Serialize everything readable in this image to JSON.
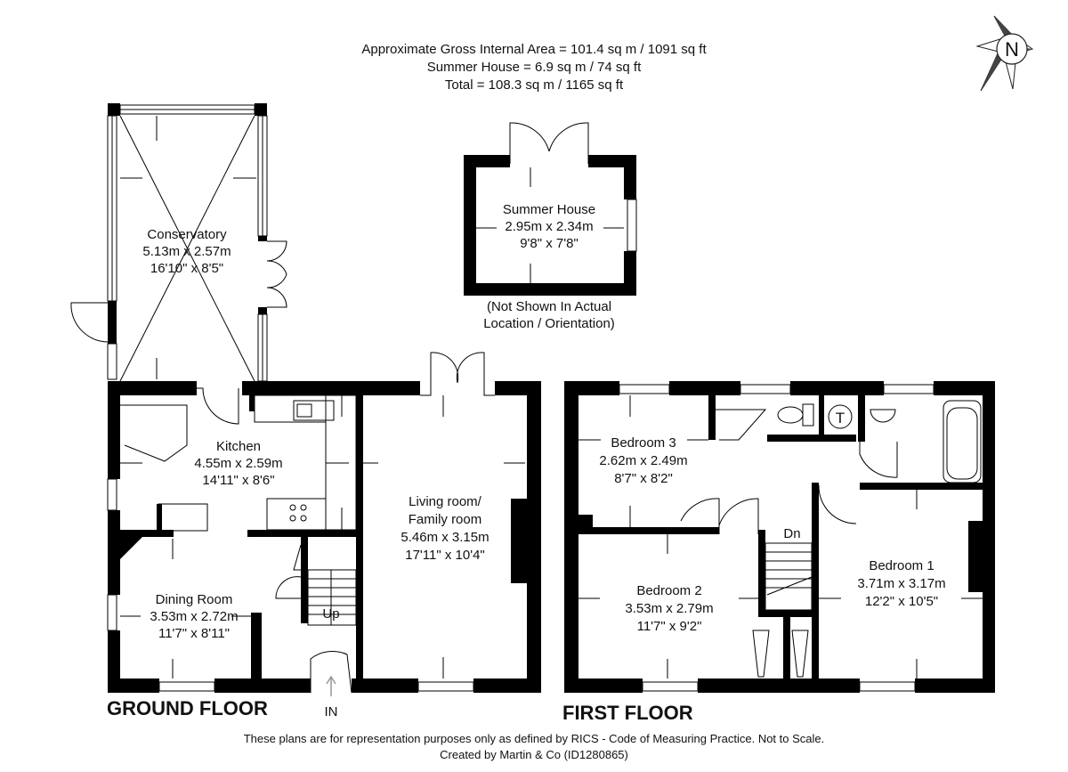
{
  "header": {
    "area_line1": "Approximate Gross Internal Area = 101.4 sq m / 1091 sq ft",
    "area_line2": "Summer House = 6.9 sq m / 74 sq ft",
    "area_line3": "Total = 108.3 sq m / 1165 sq ft"
  },
  "compass": {
    "letter": "N"
  },
  "ground_floor": {
    "label": "GROUND FLOOR",
    "entrance": "IN",
    "stairs": "Up",
    "rooms": {
      "conservatory": {
        "name": "Conservatory",
        "metric": "5.13m x 2.57m",
        "imperial": "16'10\" x 8'5\""
      },
      "kitchen": {
        "name": "Kitchen",
        "metric": "4.55m x 2.59m",
        "imperial": "14'11\" x 8'6\""
      },
      "living": {
        "name1": "Living room/",
        "name2": "Family room",
        "metric": "5.46m x 3.15m",
        "imperial": "17'11\" x 10'4\""
      },
      "dining": {
        "name": "Dining Room",
        "metric": "3.53m x 2.72m",
        "imperial": "11'7\" x 8'11\""
      }
    }
  },
  "summer_house": {
    "name": "Summer House",
    "metric": "2.95m x 2.34m",
    "imperial": "9'8\" x 7'8\"",
    "note1": "(Not Shown In Actual",
    "note2": "Location / Orientation)"
  },
  "first_floor": {
    "label": "FIRST FLOOR",
    "stairs": "Dn",
    "cupboard": "T",
    "rooms": {
      "bedroom3": {
        "name": "Bedroom 3",
        "metric": "2.62m x 2.49m",
        "imperial": "8'7\" x 8'2\""
      },
      "bedroom2": {
        "name": "Bedroom 2",
        "metric": "3.53m x 2.79m",
        "imperial": "11'7\" x 9'2\""
      },
      "bedroom1": {
        "name": "Bedroom 1",
        "metric": "3.71m x 3.17m",
        "imperial": "12'2\" x 10'5\""
      }
    }
  },
  "footer": {
    "line1": "These plans are for representation purposes only as defined by RICS - Code of Measuring Practice. Not to Scale.",
    "line2": "Created by Martin & Co (ID1280865)"
  }
}
